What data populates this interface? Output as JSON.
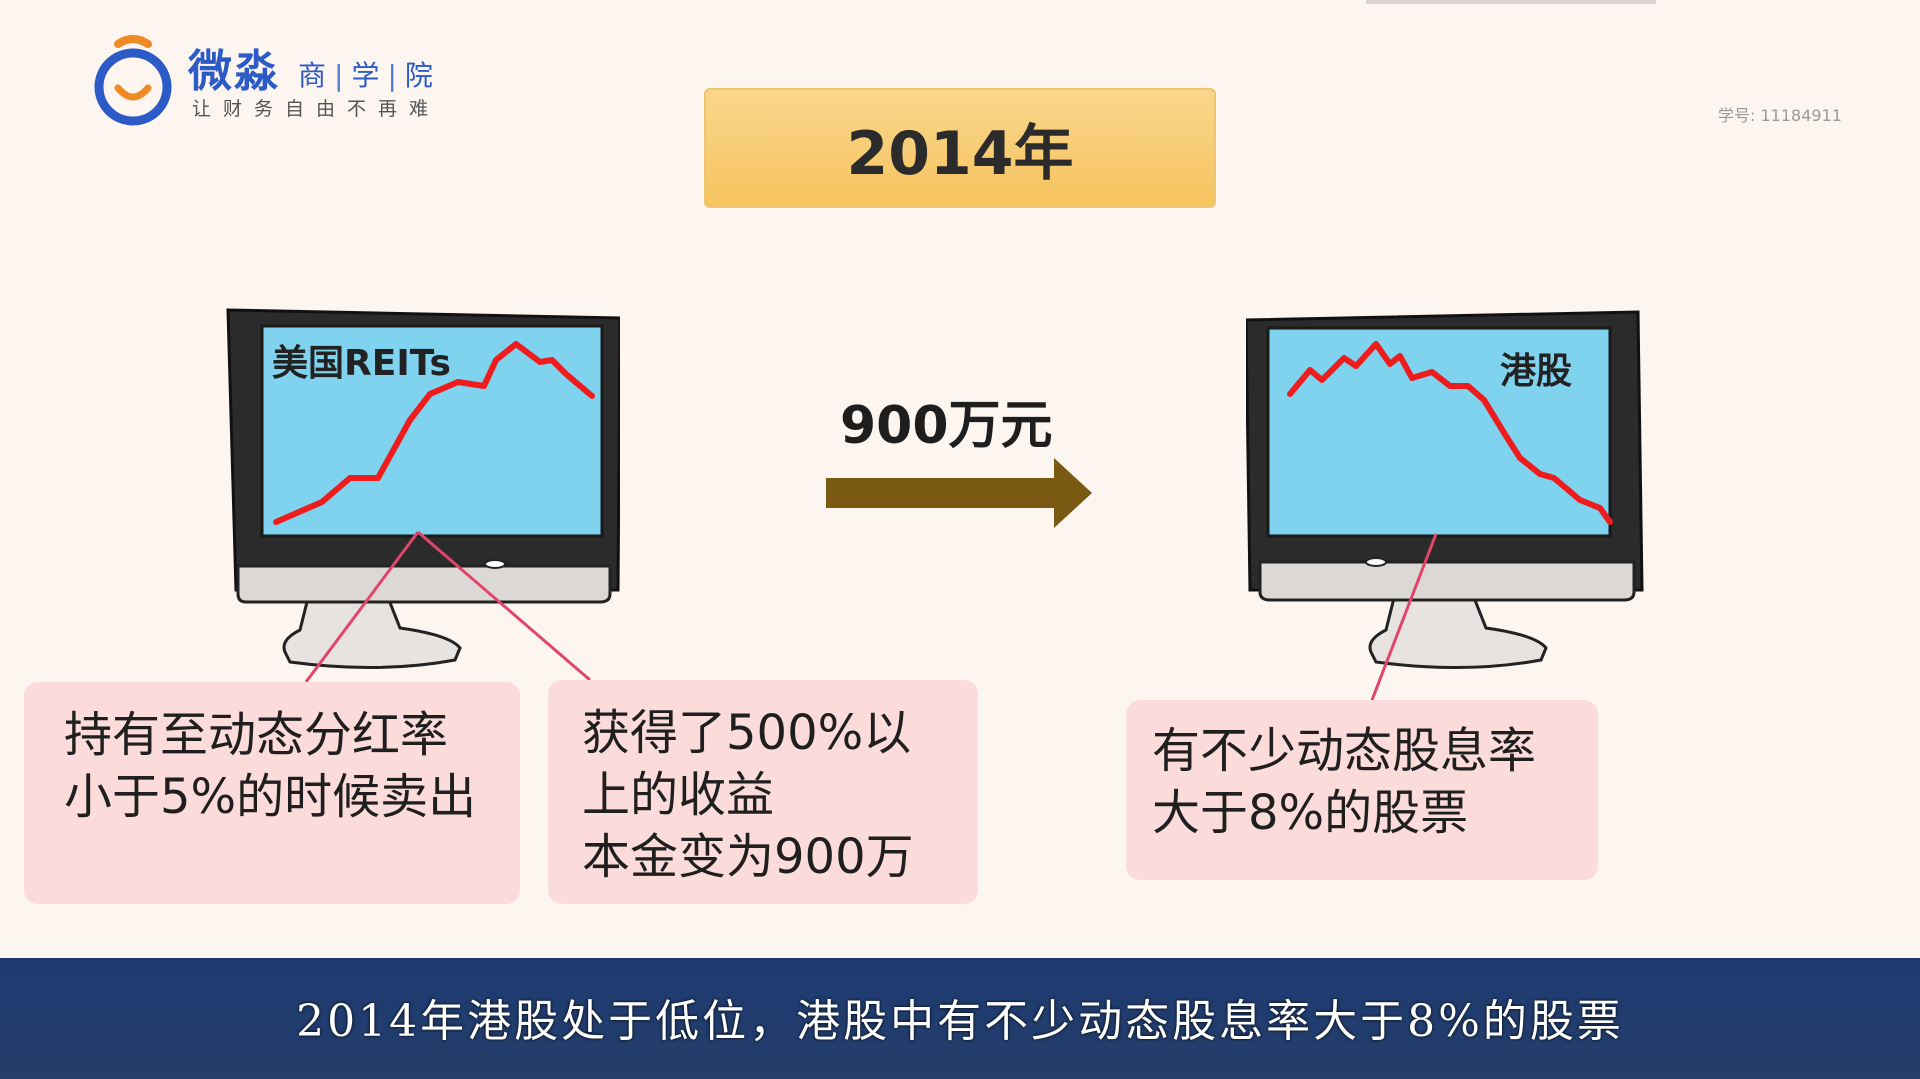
{
  "logo": {
    "name": "微淼",
    "sub_items": [
      "商",
      "学",
      "院"
    ],
    "slogan": "让财务自由不再难"
  },
  "student_id": "学号: 11184911",
  "year_banner": "2014年",
  "left_monitor": {
    "screen_label": "美国REITs",
    "trend": "up"
  },
  "right_monitor": {
    "screen_label": "港股",
    "trend": "down"
  },
  "transfer": {
    "label": "900万元"
  },
  "boxes": {
    "box1": [
      "持有至动态分红率",
      "小于5%的时候卖出"
    ],
    "box2": [
      "获得了500%以",
      "上的收益",
      "本金变为900万"
    ],
    "box3": [
      "有不少动态股息率",
      "大于8%的股票"
    ]
  },
  "subtitle": "2014年港股处于低位，港股中有不少动态股息率大于8%的股票",
  "colors": {
    "background": "#fcf5f0",
    "banner": "#f6c35f",
    "screen": "#7fd3ef",
    "chart_line": "#ee1c1c",
    "arrow": "#7a5a12",
    "box": "#fbdcdb",
    "connector": "#e1466a",
    "subtitle_bar": "#1d3b72",
    "logo_blue": "#2c5bc7",
    "logo_orange": "#f08a24"
  }
}
